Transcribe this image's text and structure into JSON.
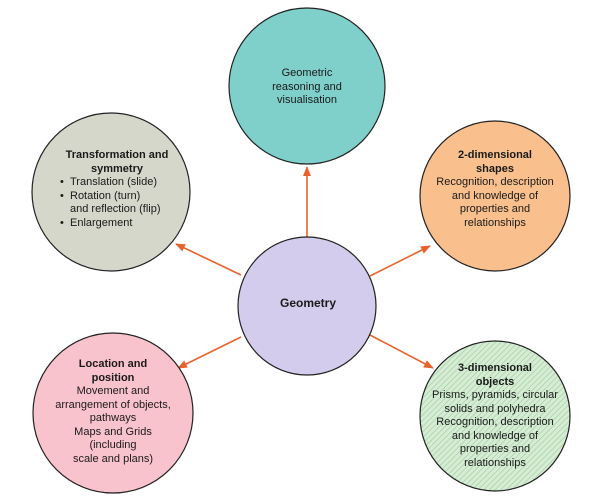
{
  "center": {
    "label": "Geometry"
  },
  "nodes": {
    "reasoning": {
      "lines": [
        "Geometric",
        "reasoning and",
        "visualisation"
      ],
      "fill": "#7fcfcb"
    },
    "shapes2d": {
      "title_lines": [
        "2-dimensional",
        "shapes"
      ],
      "body_lines": [
        "Recognition, description",
        "and knowledge of",
        "properties and",
        "relationships"
      ],
      "fill": "#f9c08d"
    },
    "objects3d": {
      "title_lines": [
        "3-dimensional",
        "objects"
      ],
      "body_lines": [
        "Prisms, pyramids, circular",
        "solids and polyhedra",
        "Recognition, description",
        "and knowledge of",
        "properties and",
        "relationships"
      ],
      "fill": "#d6ecd5"
    },
    "location": {
      "title_lines": [
        "Location and",
        "position"
      ],
      "body_lines": [
        "Movement and",
        "arrangement of objects,",
        "pathways",
        "Maps and Grids",
        "(including",
        "scale and plans)"
      ],
      "fill": "#f9c3cd"
    },
    "transformation": {
      "title_lines": [
        "Transformation and",
        "symmetry"
      ],
      "bullets": [
        "Translation (slide)",
        "Rotation (turn)",
        "Enlargement"
      ],
      "bullet_continuation": "and reflection (flip)",
      "fill": "#d4d7ca"
    }
  },
  "colors": {
    "center_fill": "#d4ccec",
    "arrow": "#e8622e",
    "outline": "#222222"
  }
}
